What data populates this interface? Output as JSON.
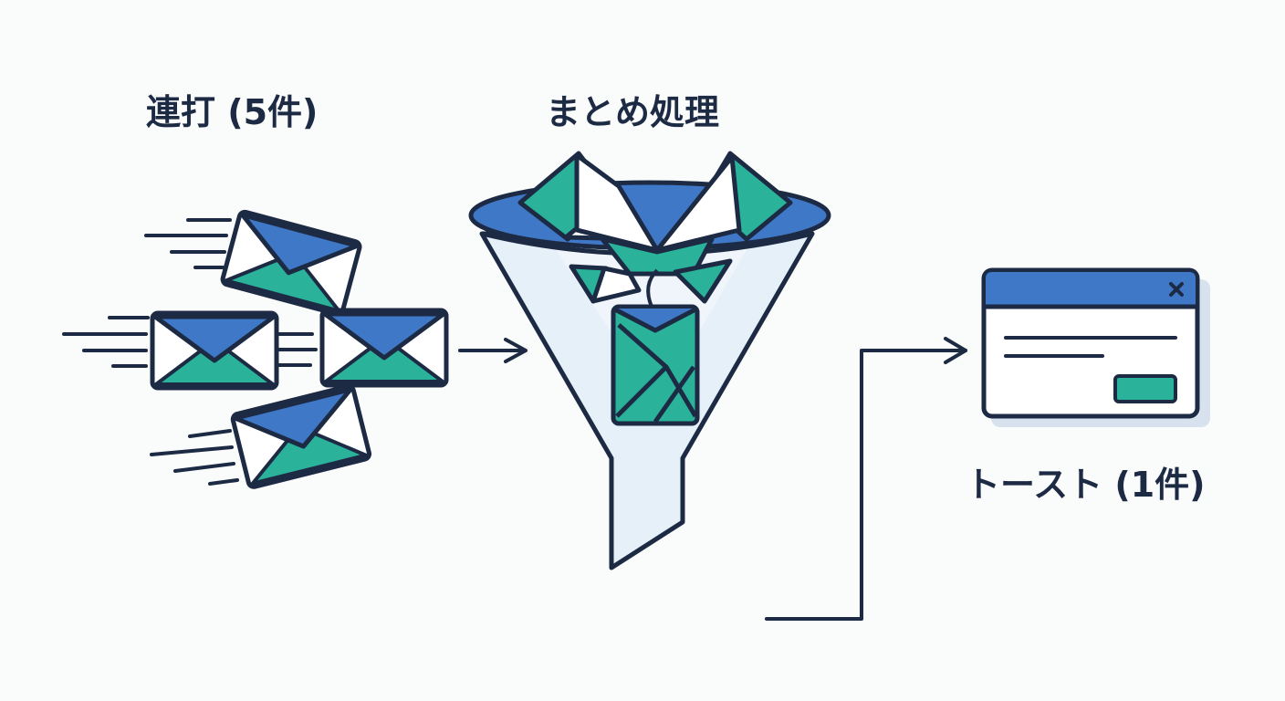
{
  "labels": {
    "burst": "連打 (5件)",
    "batch": "まとめ処理",
    "toast": "トースト (1件)"
  },
  "icons": [
    "envelope-icon",
    "funnel-icon",
    "arrow-right-icon",
    "toast-window-icon",
    "close-icon"
  ],
  "colors": {
    "navy": "#1d2a44",
    "blue": "#3f78c6",
    "teal": "#2ab29a",
    "funnel_fill": "#e6f0f8",
    "toast_card": "#ffffff"
  }
}
